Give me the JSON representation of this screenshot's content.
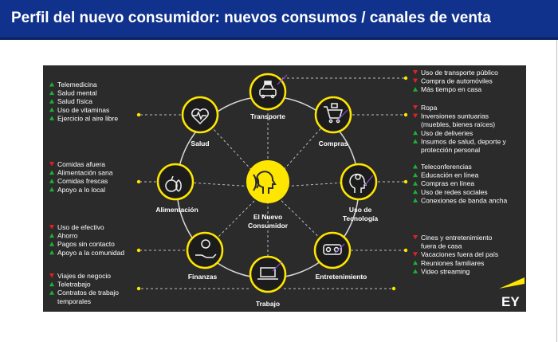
{
  "header": {
    "title": "Perfil del nuevo consumidor: nuevos consumos / canales de venta"
  },
  "center": {
    "line1": "El Nuevo",
    "line2": "Consumidor"
  },
  "brand": {
    "logo": "EY"
  },
  "colors": {
    "header_bg": "#10318c",
    "panel_bg": "#2b2b2b",
    "accent": "#ffe600",
    "up": "#1db233",
    "down": "#e0202a"
  },
  "nodes": {
    "transporte": {
      "label": "Transporte",
      "icon": "taxi-icon"
    },
    "compras": {
      "label": "Compras",
      "icon": "shopping-cart-icon"
    },
    "tecnologia": {
      "label1": "Uso de",
      "label2": "Tecnología",
      "icon": "head-gear-icon"
    },
    "entretenimiento": {
      "label": "Entretenimiento",
      "icon": "vr-headset-icon"
    },
    "trabajo": {
      "label": "Trabajo",
      "icon": "laptop-icon"
    },
    "finanzas": {
      "label": "Finanzas",
      "icon": "hand-coin-icon"
    },
    "alimentacion": {
      "label": "Alimentación",
      "icon": "fruit-icon"
    },
    "salud": {
      "label": "Salud",
      "icon": "heart-pulse-icon"
    }
  },
  "lists": {
    "salud": [
      {
        "trend": "up",
        "text": "Telemedicina"
      },
      {
        "trend": "up",
        "text": "Salud mental"
      },
      {
        "trend": "up",
        "text": "Salud física"
      },
      {
        "trend": "up",
        "text": "Uso de vitaminas"
      },
      {
        "trend": "up",
        "text": "Ejercicio al aire libre"
      }
    ],
    "alimentacion": [
      {
        "trend": "down",
        "text": "Comidas afuera"
      },
      {
        "trend": "up",
        "text": "Alimentación sana"
      },
      {
        "trend": "up",
        "text": "Comidas frescas"
      },
      {
        "trend": "up",
        "text": "Apoyo a lo local"
      }
    ],
    "finanzas": [
      {
        "trend": "down",
        "text": "Uso de efectivo"
      },
      {
        "trend": "up",
        "text": "Ahorro"
      },
      {
        "trend": "up",
        "text": "Pagos sin contacto"
      },
      {
        "trend": "up",
        "text": "Apoyo a la comunidad"
      }
    ],
    "trabajo": [
      {
        "trend": "down",
        "text": "Viajes de negocio"
      },
      {
        "trend": "up",
        "text": "Teletrabajo"
      },
      {
        "trend": "up",
        "text": "Contratos de trabajo",
        "cont": "temporales"
      }
    ],
    "transporte": [
      {
        "trend": "down",
        "text": "Uso de transporte público"
      },
      {
        "trend": "down",
        "text": "Compra de automóviles"
      },
      {
        "trend": "up",
        "text": "Más tiempo en casa"
      }
    ],
    "compras": [
      {
        "trend": "down",
        "text": "Ropa"
      },
      {
        "trend": "down",
        "text": "Inversiones suntuarias",
        "cont": "(muebles, bienes raíces)"
      },
      {
        "trend": "up",
        "text": "Uso de deliveries"
      },
      {
        "trend": "up",
        "text": "Insumos de salud, deporte y",
        "cont": "protección personal"
      }
    ],
    "tecnologia": [
      {
        "trend": "up",
        "text": "Teleconferencias"
      },
      {
        "trend": "up",
        "text": "Educación en línea"
      },
      {
        "trend": "up",
        "text": "Compras en línea"
      },
      {
        "trend": "up",
        "text": "Uso de redes sociales"
      },
      {
        "trend": "up",
        "text": "Conexiones de banda ancha"
      }
    ],
    "entretenimiento": [
      {
        "trend": "down",
        "text": "Cines y entretenimiento",
        "cont": "fuera de casa"
      },
      {
        "trend": "down",
        "text": "Vacaciones fuera del país"
      },
      {
        "trend": "up",
        "text": "Reuniones familiares"
      },
      {
        "trend": "up",
        "text": "Video streaming"
      }
    ]
  }
}
